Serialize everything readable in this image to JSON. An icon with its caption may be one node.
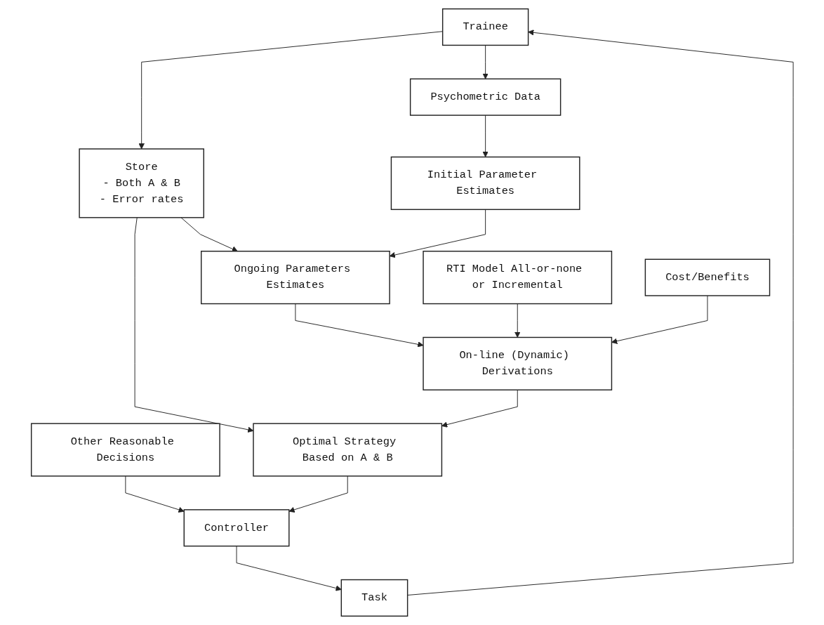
{
  "diagram": {
    "nodes": [
      {
        "text": [
          "Trainee"
        ]
      },
      {
        "text": [
          "Task"
        ]
      },
      {
        "text": [
          "Other Reasonable Decisions"
        ]
      },
      {
        "text": [
          "Psychometric Data"
        ]
      },
      {
        "text": [
          "Store",
          "- Both A & B",
          "- Error rates"
        ]
      },
      {
        "text": [
          "Controller"
        ]
      },
      {
        "text": [
          "Initial Parameter Estimates"
        ]
      },
      {
        "text": [
          "Optimal Strategy Based on A & B"
        ]
      },
      {
        "text": [
          "Ongoing Parameters Estimates"
        ]
      },
      {
        "text": [
          "RTI Model All-or-none or Incremental"
        ]
      },
      {
        "text": [
          "On-line (Dynamic) Derivations"
        ]
      },
      {
        "text": [
          "Cost/Benefits"
        ]
      }
    ],
    "edges": [
      {
        "from": 1,
        "to": 0,
        "arrow": "to"
      },
      {
        "from": 0,
        "to": 3,
        "arrow": "to"
      },
      {
        "from": 0,
        "to": 4,
        "arrow": "to"
      },
      {
        "from": 5,
        "to": 1,
        "arrow": "to"
      },
      {
        "from": 2,
        "to": 5,
        "arrow": "to"
      },
      {
        "from": 7,
        "to": 5,
        "arrow": "to"
      },
      {
        "from": 3,
        "to": 6,
        "arrow": "to"
      },
      {
        "from": 4,
        "to": 7,
        "arrow": "to"
      },
      {
        "from": 4,
        "to": 8,
        "arrow": "to"
      },
      {
        "from": 6,
        "to": 8,
        "arrow": "to"
      },
      {
        "from": 8,
        "to": 10,
        "arrow": "to"
      },
      {
        "from": 10,
        "to": 7,
        "arrow": "to"
      },
      {
        "from": 9,
        "to": 10,
        "arrow": "to"
      },
      {
        "from": 11,
        "to": 10,
        "arrow": "to"
      }
    ]
  }
}
